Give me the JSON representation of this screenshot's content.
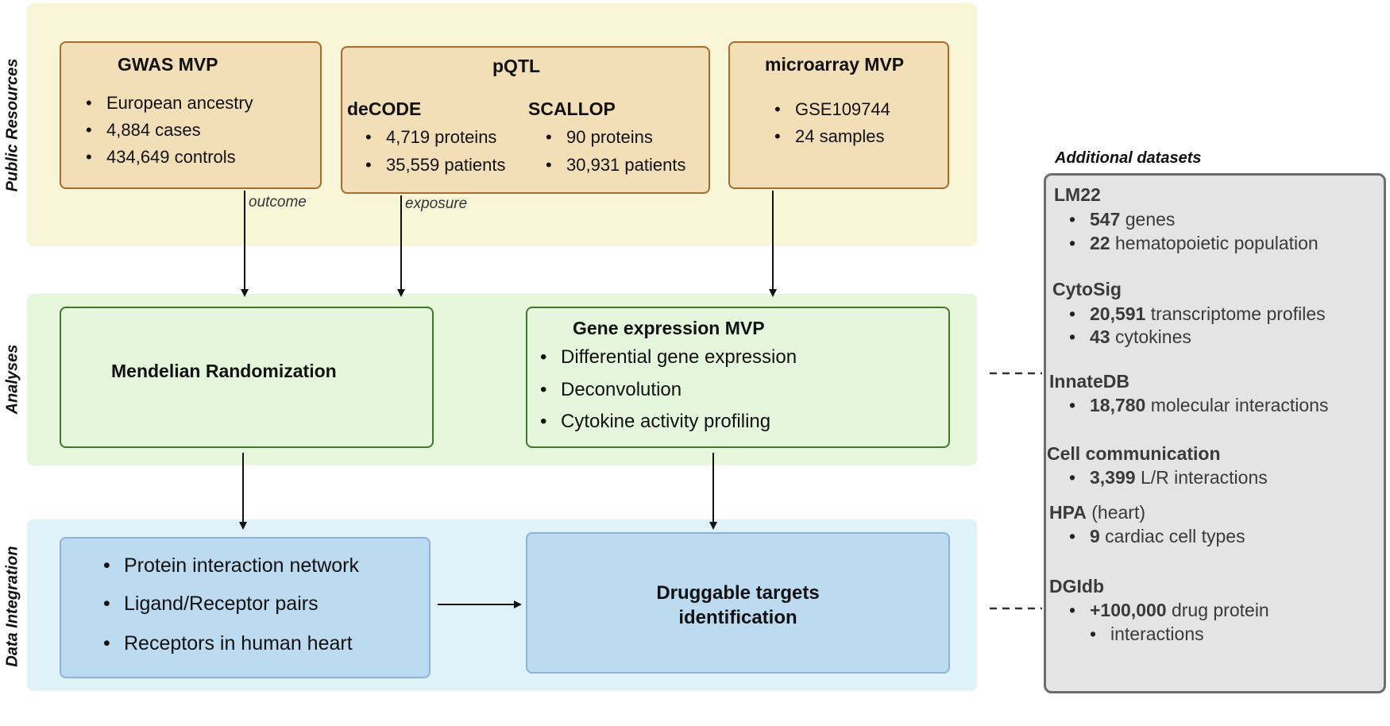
{
  "sections": {
    "public": "Public Resources",
    "analyses": "Analyses",
    "integration": "Data Integration"
  },
  "gwas": {
    "title": "GWAS MVP",
    "items": [
      "European ancestry",
      "4,884 cases",
      "434,649 controls"
    ],
    "edge_label": "outcome"
  },
  "pqtl": {
    "title": "pQTL",
    "decode": {
      "title": "deCODE",
      "items": [
        "4,719 proteins",
        "35,559 patients"
      ]
    },
    "scallop": {
      "title": "SCALLOP",
      "items": [
        "90 proteins",
        "30,931 patients"
      ]
    },
    "edge_label": "exposure"
  },
  "microarray": {
    "title": "microarray MVP",
    "items": [
      "GSE109744",
      "24 samples"
    ]
  },
  "mr": {
    "title": "Mendelian Randomization"
  },
  "gene_expr": {
    "title": "Gene expression MVP",
    "items": [
      "Differential gene expression",
      "Deconvolution",
      "Cytokine activity profiling"
    ]
  },
  "integration_box": {
    "items": [
      "Protein interaction network",
      "Ligand/Receptor pairs",
      "Receptors in human heart"
    ]
  },
  "druggable": {
    "line1": "Druggable targets",
    "line2": "identification"
  },
  "additional": {
    "heading": "Additional datasets",
    "lm22": {
      "title": "LM22",
      "items": [
        {
          "num": "547",
          "text": " genes"
        },
        {
          "num": "22",
          "text": " hematopoietic population"
        }
      ]
    },
    "cytosig": {
      "title": "CytoSig",
      "items": [
        {
          "num": "20,591",
          "text": " transcriptome profiles"
        },
        {
          "num": "43",
          "text": " cytokines"
        }
      ]
    },
    "innatedb": {
      "title": "InnateDB",
      "items": [
        {
          "num": "18,780",
          "text": " molecular interactions"
        }
      ]
    },
    "cellcomm": {
      "title": "Cell communication",
      "items": [
        {
          "num": "3,399",
          "text": " L/R interactions"
        }
      ]
    },
    "hpa": {
      "title": "HPA",
      "title_suffix": " (heart)",
      "items": [
        {
          "num": "9",
          "text": " cardiac cell types"
        }
      ]
    },
    "dgidb": {
      "title": "DGIdb",
      "items": [
        {
          "num": "+100,000",
          "text": " drug protein"
        }
      ],
      "continuation": "interactions"
    }
  },
  "colors": {
    "public_band": "#f8f6d6",
    "analyses_band": "#e6f7dc",
    "integration_band": "#dff2f8",
    "tan_box": "#f2dfb8",
    "green_box": "#e4f7dc",
    "blue_box": "#bcdaf0",
    "gray_panel": "#e4e4e4"
  }
}
